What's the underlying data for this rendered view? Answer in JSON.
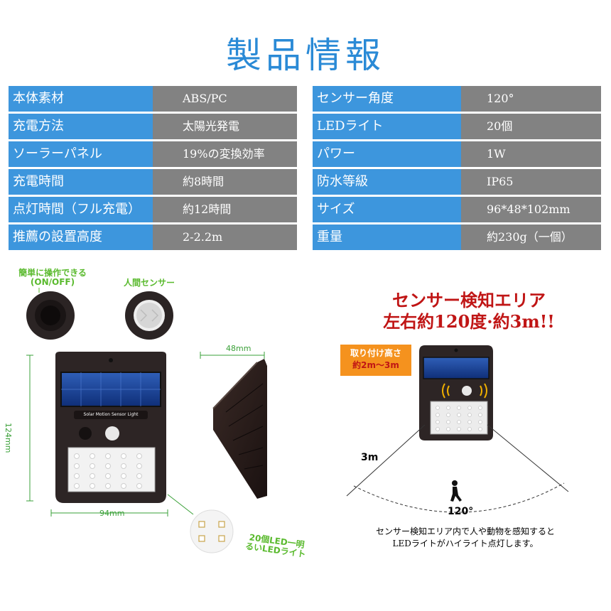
{
  "title": "製品情報",
  "specs_left": [
    {
      "key": "本体素材",
      "value": "ABS/PC"
    },
    {
      "key": "充電方法",
      "value": "太陽光発電"
    },
    {
      "key": "ソーラーパネル",
      "value": "19%の変換効率"
    },
    {
      "key": "充電時間",
      "value": "約8時間"
    },
    {
      "key": "点灯時間（フル充電）",
      "value": "約12時間"
    },
    {
      "key": "推薦の設置高度",
      "value": "2-2.2m"
    }
  ],
  "specs_right": [
    {
      "key": "センサー角度",
      "value": "120°"
    },
    {
      "key": "LEDライト",
      "value": "20個"
    },
    {
      "key": "パワー",
      "value": "1W"
    },
    {
      "key": "防水等級",
      "value": "IP65"
    },
    {
      "key": "サイズ",
      "value": "96*48*102mm"
    },
    {
      "key": "重量",
      "value": "約230g（一個）"
    }
  ],
  "diagram": {
    "switch_label_line1": "簡単に操作できる",
    "switch_label_line2": "(ON/OFF)",
    "sensor_label": "人間センサー",
    "height_dim": "124mm",
    "width_dim": "94mm",
    "depth_dim": "48mm",
    "panel_text": "Solar Motion Sensor Light",
    "led_label_line1": "20個LED一明",
    "led_label_line2": "るいLEDライト"
  },
  "detection": {
    "title_line1": "センサー検知エリア",
    "title_line2": "左右約120度·約3m!!",
    "install_line1": "取り付け高さ",
    "install_line2": "約2m～3m",
    "distance": "3m",
    "angle": "120°",
    "note_line1": "センサー検知エリア内で人や動物を感知すると",
    "note_line2": "LEDライトがハイライト点灯します。"
  },
  "colors": {
    "title_blue": "#2a8ad6",
    "key_blue": "#3d96dd",
    "value_gray": "#828282",
    "accent_green": "#5aba2e",
    "alert_red": "#c01515",
    "badge_orange": "#f5921e"
  }
}
